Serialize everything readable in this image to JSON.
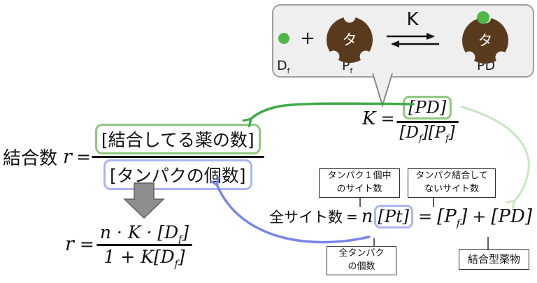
{
  "bubble": {
    "plus": "+",
    "k_label": "K",
    "drug": {
      "label_main": "D",
      "label_sub": "f"
    },
    "free_protein": {
      "label_main": "P",
      "label_sub": "f",
      "body": "タ"
    },
    "complex": {
      "label_main": "PD",
      "body": "タ"
    }
  },
  "k_equation": {
    "lhs": "K",
    "equals": "=",
    "numerator": "[PD]",
    "den_d": "[D",
    "den_d_sub": "f",
    "den_mid": "][P",
    "den_p_sub": "f",
    "den_close": "]"
  },
  "binding_equation": {
    "title": "結合数",
    "variable": "r",
    "equals": "=",
    "numerator": "[結合してる薬の数]",
    "denominator": "[タンパクの個数]"
  },
  "result_equation": {
    "variable": "r",
    "equals": "=",
    "num_a": "n · K · [D",
    "num_sub": "f",
    "num_b": "]",
    "den_a": "1 + K[D",
    "den_sub": "f",
    "den_b": "]"
  },
  "sites_equation": {
    "label": "全サイト数",
    "equals1": "=",
    "coeff": "n",
    "pt": "[Pt]",
    "equals2": "=",
    "pf_a": "[P",
    "pf_sub": "f",
    "pf_b": "]",
    "plus": "+",
    "pd": "[PD]"
  },
  "callouts": {
    "sites_per_protein": {
      "line1": "タンパク１個中",
      "line2": "のサイト数"
    },
    "unbound_sites": {
      "line1": "タンパク結合して",
      "line2": "ないサイト数"
    },
    "total_protein": {
      "line1": "全タンパク",
      "line2": "の個数"
    },
    "bound_drug": {
      "line1": "結合型薬物"
    }
  },
  "colors": {
    "green_arrow": "#3faa47",
    "green_box": "#8fc97f",
    "pale_green_arrow": "#c9e6c4",
    "blue_arrow": "#7a86ec",
    "blue_box": "#aab5f2",
    "protein_brown": "#5a3a1d",
    "drug_green": "#4db848",
    "bubble_fill": "#efefef",
    "bubble_border": "#a0a0a0",
    "gray_arrow": "#8e8e8e"
  }
}
